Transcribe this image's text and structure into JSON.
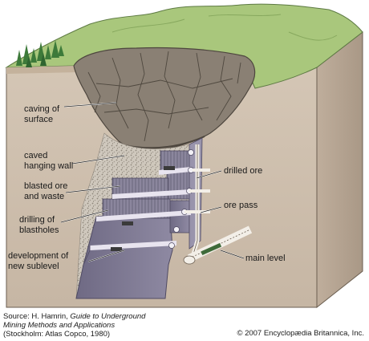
{
  "labels": {
    "caving": [
      "caving of",
      "surface"
    ],
    "hanging": [
      "caved",
      "hanging wall"
    ],
    "blasted": [
      "blasted ore",
      "and waste"
    ],
    "drilling": [
      "drilling of",
      "blastholes"
    ],
    "development": [
      "development of",
      "new sublevel"
    ],
    "drilled_ore": "drilled ore",
    "ore_pass": "ore pass",
    "main_level": "main level"
  },
  "source": {
    "prefix": "Source: H. Hamrin, ",
    "title_line1": "Guide to Underground",
    "title_line2": "Mining Methods and Applications",
    "line3": "(Stockholm: Atlas Copco, 1980)"
  },
  "copyright": "© 2007 Encyclopædia Britannica, Inc.",
  "colors": {
    "ground_front": "#cdbfae",
    "ground_side": "#bcad9c",
    "grass": "#a9c77c",
    "trees": "#3d7a3a",
    "rock": "#8a8074",
    "ore_body": "#7f7a92",
    "ore_light": "#b3aec3"
  }
}
